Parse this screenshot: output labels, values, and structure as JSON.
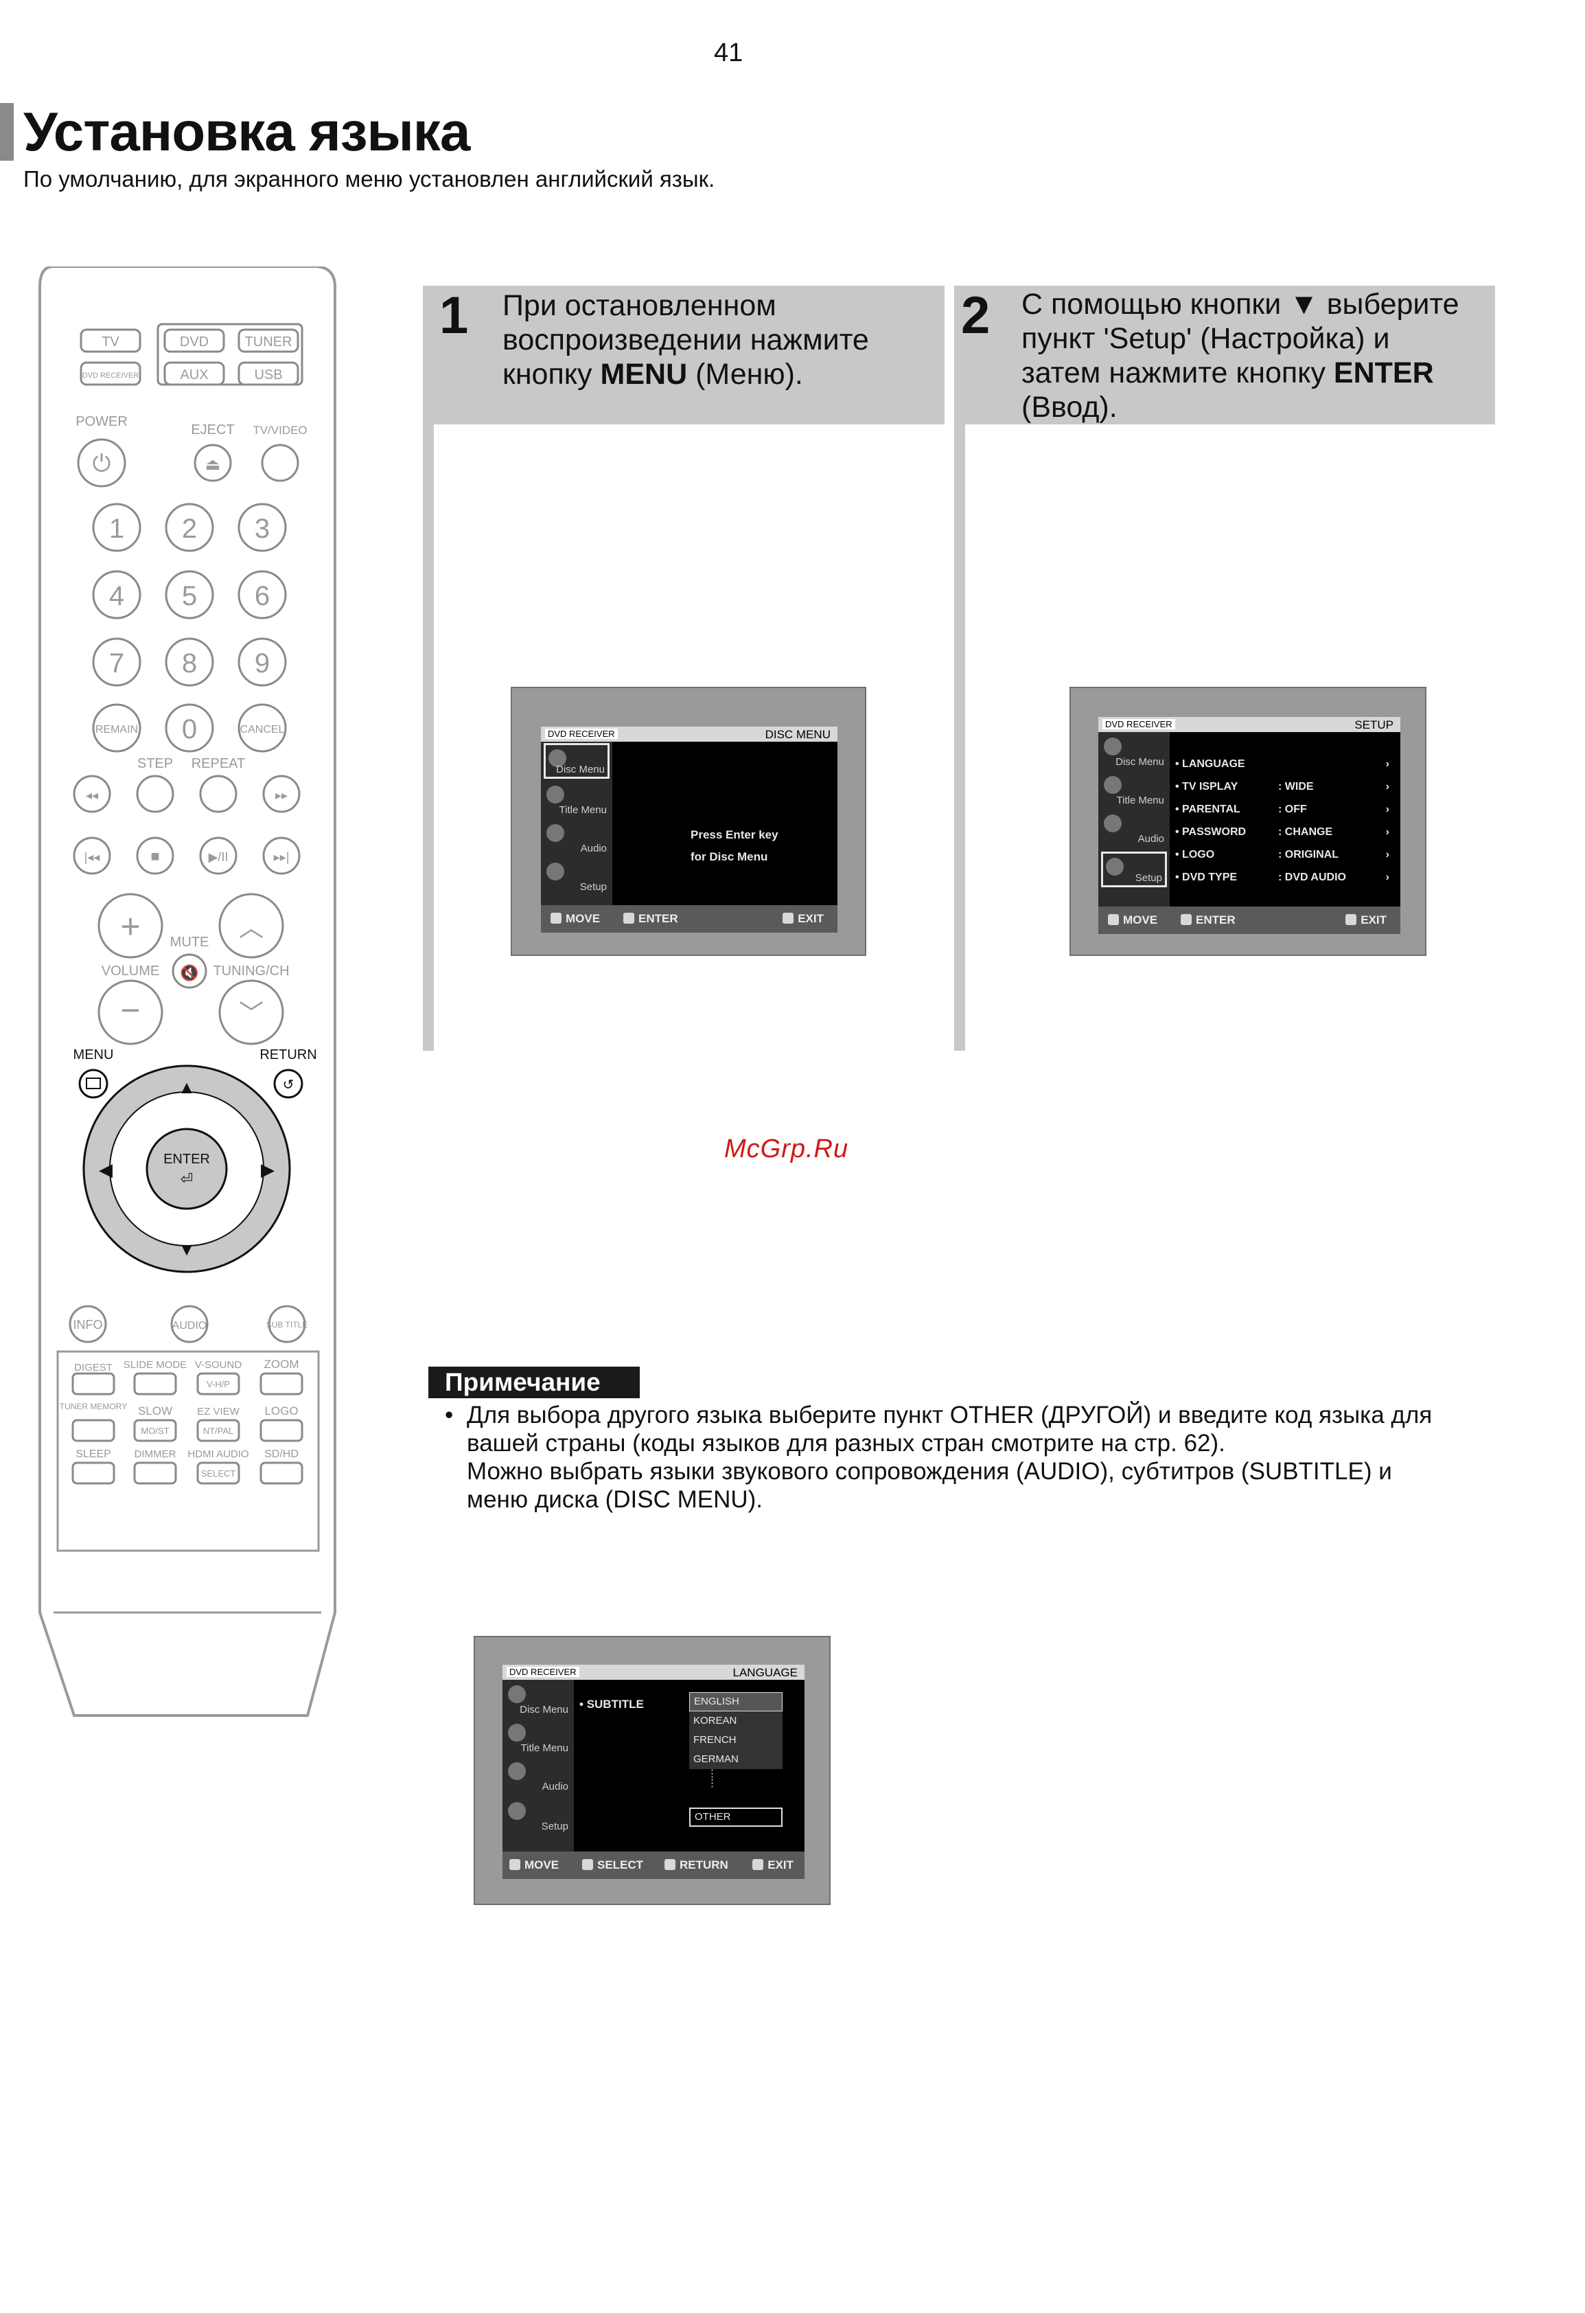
{
  "page_number": "41",
  "title": "Установка языка",
  "subtitle": "По умолчанию, для экранного меню установлен английский язык.",
  "watermark": "McGrp.Ru",
  "steps": [
    {
      "number": "1",
      "line1": "При остановленном",
      "line2": "воспроизведении нажмите",
      "line3_pre": "кнопку ",
      "line3_bold": "MENU",
      "line3_post": " (Меню)."
    },
    {
      "number": "2",
      "line1": "С помощью кнопки ▼ выберите",
      "line2": "пункт 'Setup' (Настройка) и",
      "line3_pre": "затем нажмите кнопку ",
      "line3_bold": "ENTER",
      "line4": "(Ввод)."
    }
  ],
  "screens": {
    "disc_menu": {
      "brand": "DVD RECEIVER",
      "name": "DISC MENU",
      "side": [
        "Disc Menu",
        "Title Menu",
        "Audio",
        "Setup"
      ],
      "body_line1": "Press Enter key",
      "body_line2": "for Disc Menu",
      "bottom": [
        "MOVE",
        "ENTER",
        "EXIT"
      ]
    },
    "setup": {
      "brand": "DVD RECEIVER",
      "name": "SETUP",
      "side": [
        "Disc Menu",
        "Title Menu",
        "Audio",
        "Setup"
      ],
      "rows": [
        {
          "label": "LANGUAGE",
          "value": ""
        },
        {
          "label": "TV  ISPLAY",
          "value": "WIDE"
        },
        {
          "label": "PARENTAL",
          "value": "OFF"
        },
        {
          "label": "PASSWORD",
          "value": "CHANGE"
        },
        {
          "label": "LOGO",
          "value": "ORIGINAL"
        },
        {
          "label": "DVD TYPE",
          "value": "DVD AUDIO"
        }
      ],
      "bottom": [
        "MOVE",
        "ENTER",
        "EXIT"
      ]
    },
    "language": {
      "brand": "DVD RECEIVER",
      "name": "LANGUAGE",
      "side": [
        "Disc Menu",
        "Title Menu",
        "Audio",
        "Setup"
      ],
      "item": "SUBTITLE",
      "options": [
        "ENGLISH",
        "KOREAN",
        "FRENCH",
        "GERMAN",
        "OTHER"
      ],
      "bottom": [
        "MOVE",
        "SELECT",
        "RETURN",
        "EXIT"
      ]
    }
  },
  "remote": {
    "source": [
      "TV",
      "DVD",
      "TUNER",
      "DVD RECEIVER",
      "AUX",
      "USB"
    ],
    "top": [
      "POWER",
      "EJECT",
      "TV/VIDEO"
    ],
    "digits": [
      "1",
      "2",
      "3",
      "4",
      "5",
      "6",
      "7",
      "8",
      "9",
      "REMAIN",
      "0",
      "CANCEL"
    ],
    "mid": [
      "STEP",
      "REPEAT",
      "MUTE",
      "VOLUME",
      "TUNING/CH",
      "MENU",
      "RETURN",
      "ENTER"
    ],
    "lower": [
      "INFO",
      "AUDIO",
      "SUB TITLE"
    ],
    "grid": [
      "DIGEST",
      "SLIDE MODE",
      "V-SOUND",
      "ZOOM",
      "V-H/P",
      "TUNER MEMORY",
      "SLOW",
      "EZ VIEW",
      "LOGO",
      "MO/ST",
      "NT/PAL",
      "SLEEP",
      "DIMMER",
      "HDMI AUDIO",
      "SD/HD",
      "SELECT"
    ]
  },
  "note": {
    "label": "Примечание",
    "line1": "Для выбора другого языка выберите пункт OTHER (ДРУГОЙ) и введите код языка для",
    "line2": "вашей страны (коды языков для разных стран смотрите на стр. 62).",
    "line3": "Можно выбрать языки звукового сопровождения (AUDIO), субтитров (SUBTITLE) и",
    "line4": "меню диска (DISC MENU)."
  }
}
